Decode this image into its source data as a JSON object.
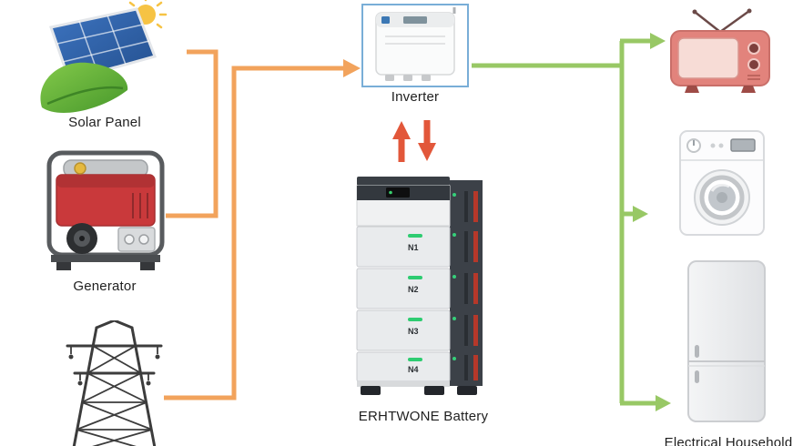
{
  "diagram": {
    "solar_panel_label": "Solar Panel",
    "generator_label": "Generator",
    "inverter_label": "Inverter",
    "battery_label": "ERHTWONE Battery",
    "household_label": "Electrical Household",
    "battery_modules": [
      "N1",
      "N2",
      "N3",
      "N4"
    ]
  },
  "colors": {
    "flow-orange": "#f2a35c",
    "flow-red": "#e2573a",
    "flow-green": "#98c865",
    "inverter-border": "#79aed7"
  }
}
